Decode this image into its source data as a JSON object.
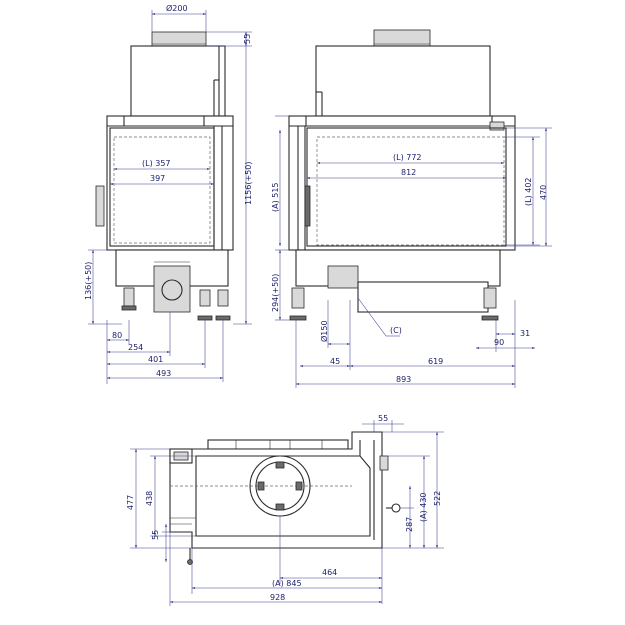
{
  "front_view": {
    "dia_top": "Ø200",
    "d55": "55",
    "d1156": "1156(+50)",
    "dL357": "(L) 357",
    "d397": "397",
    "d136": "136(+50)",
    "d80": "80",
    "d254": "254",
    "d401": "401",
    "d493": "493"
  },
  "side_view": {
    "dA515": "(A) 515",
    "dL772": "(L) 772",
    "d812": "812",
    "dL402": "(L) 402",
    "d470": "470",
    "d294": "294(+50)",
    "dia150": "Ø150",
    "dC": "(C)",
    "d31": "31",
    "d45": "45",
    "d619": "619",
    "d90": "90",
    "d893": "893"
  },
  "top_view": {
    "d55": "55",
    "d477": "477",
    "d438": "438",
    "d55b": "55",
    "dA430": "(A) 430",
    "d522": "522",
    "d287": "287",
    "d464": "464",
    "dA845": "(A) 845",
    "d928": "928"
  }
}
